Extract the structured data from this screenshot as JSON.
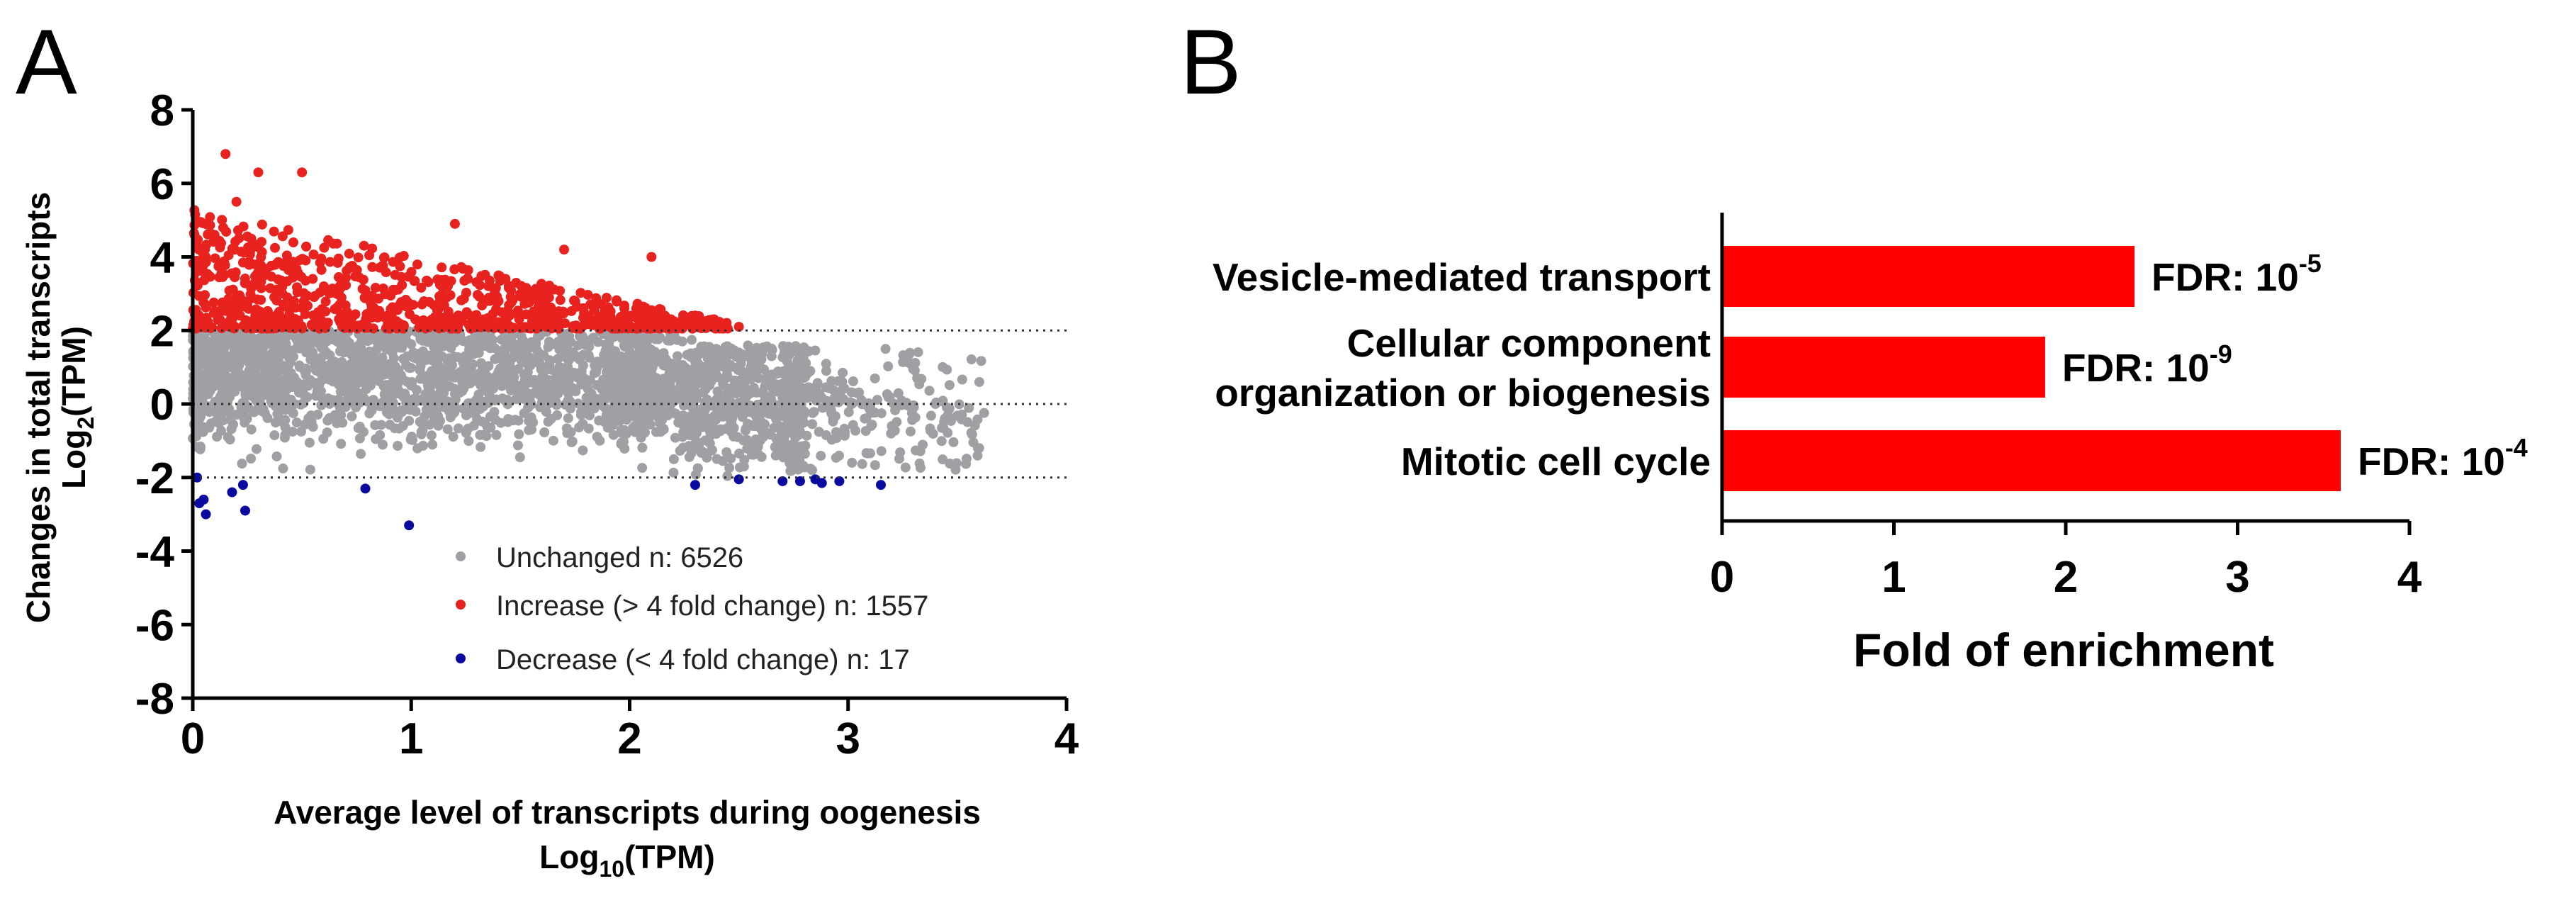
{
  "panel_a": {
    "letter": "A",
    "xlabel_line1": "Average level of transcripts during oogenesis",
    "xlabel_line2_pre": "Log",
    "xlabel_line2_sub": "10",
    "xlabel_line2_post": "(TPM)",
    "ylabel_line1": "Changes in total transcripts",
    "ylabel_line2_pre": "Log",
    "ylabel_line2_sub": "2",
    "ylabel_line2_post": "(TPM)",
    "legend": [
      {
        "label": "Unchanged n: 6526",
        "color": "#a0a0a4"
      },
      {
        "label": "Increase (> 4 fold change) n: 1557",
        "color": "#e8221f"
      },
      {
        "label": "Decrease (< 4 fold change) n: 17",
        "color": "#0a0aa0"
      }
    ]
  },
  "panel_b": {
    "letter": "B",
    "xlabel": "Fold of enrichment",
    "fdr_prefix": "FDR: 10",
    "bar_color": "#ff0000"
  },
  "chart_data": [
    {
      "type": "scatter",
      "title": "",
      "xlabel": "Average level of transcripts during oogenesis Log10(TPM)",
      "ylabel": "Changes in total transcripts Log2(TPM)",
      "xlim": [
        0,
        4
      ],
      "ylim": [
        -8,
        8
      ],
      "xticks": [
        "0",
        "1",
        "2",
        "3",
        "4"
      ],
      "yticks": [
        "8",
        "6",
        "4",
        "2",
        "0",
        "-2",
        "-4",
        "-6",
        "-8"
      ],
      "reference_lines_y": [
        2,
        0,
        -2
      ],
      "legend_position": "bottom-right",
      "series": [
        {
          "name": "Unchanged n: 6526",
          "count": 6526,
          "color": "#a0a0a4",
          "sample_points": [
            [
              0.2,
              1.2
            ],
            [
              0.6,
              0.8
            ],
            [
              1.0,
              0.5
            ],
            [
              1.5,
              0.3
            ],
            [
              2.0,
              0.2
            ],
            [
              2.4,
              0.1
            ],
            [
              2.8,
              -0.2
            ],
            [
              3.2,
              -0.6
            ],
            [
              3.6,
              -1.2
            ],
            [
              2.5,
              1.4
            ],
            [
              2.9,
              0.9
            ],
            [
              3.4,
              0.0
            ]
          ]
        },
        {
          "name": "Increase (> 4 fold change) n: 1557",
          "count": 1557,
          "color": "#e8221f",
          "sample_points": [
            [
              0.15,
              6.8
            ],
            [
              0.3,
              6.3
            ],
            [
              0.5,
              6.3
            ],
            [
              0.2,
              5.5
            ],
            [
              1.2,
              4.9
            ],
            [
              1.7,
              4.2
            ],
            [
              2.1,
              4.0
            ],
            [
              2.5,
              2.1
            ],
            [
              0.6,
              3.2
            ],
            [
              1.4,
              2.8
            ],
            [
              0.1,
              4.6
            ],
            [
              2.0,
              2.4
            ]
          ]
        },
        {
          "name": "Decrease (< 4 fold change) n: 17",
          "count": 17,
          "color": "#0a0aa0",
          "points": [
            [
              0.02,
              -2.0
            ],
            [
              0.03,
              -2.7
            ],
            [
              0.05,
              -2.6
            ],
            [
              0.06,
              -3.0
            ],
            [
              0.18,
              -2.4
            ],
            [
              0.23,
              -2.2
            ],
            [
              0.24,
              -2.9
            ],
            [
              0.79,
              -2.3
            ],
            [
              0.99,
              -3.3
            ],
            [
              2.3,
              -2.2
            ],
            [
              2.5,
              -2.05
            ],
            [
              2.7,
              -2.1
            ],
            [
              2.78,
              -2.1
            ],
            [
              2.85,
              -2.05
            ],
            [
              2.88,
              -2.15
            ],
            [
              2.96,
              -2.1
            ],
            [
              3.15,
              -2.2
            ]
          ]
        }
      ]
    },
    {
      "type": "bar",
      "orientation": "horizontal",
      "title": "",
      "xlabel": "Fold of enrichment",
      "ylabel": "",
      "xlim": [
        0,
        4
      ],
      "xticks": [
        "0",
        "1",
        "2",
        "3",
        "4"
      ],
      "categories": [
        "Vesicle-mediated transport",
        "Cellular component\norganization or biogenesis",
        "Mitotic cell cycle"
      ],
      "values": [
        2.4,
        1.88,
        3.6
      ],
      "annotations": [
        {
          "text": "FDR: 10",
          "exponent": "-5"
        },
        {
          "text": "FDR: 10",
          "exponent": "-9"
        },
        {
          "text": "FDR: 10",
          "exponent": "-4"
        }
      ]
    }
  ]
}
